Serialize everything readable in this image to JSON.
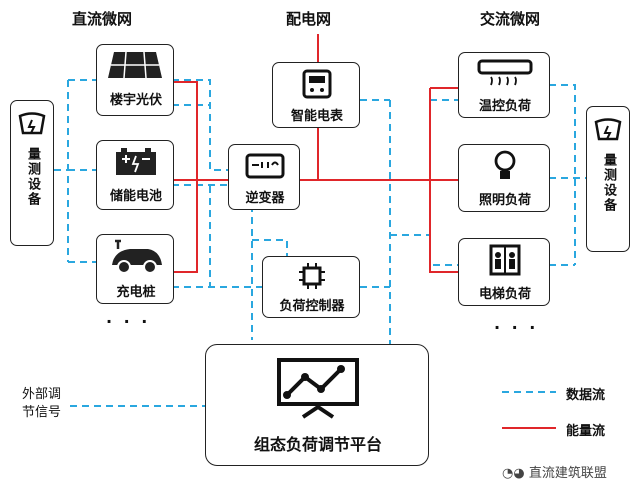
{
  "headers": {
    "dc": "直流微网",
    "grid": "配电网",
    "ac": "交流微网"
  },
  "dc_nodes": [
    "楼宇光伏",
    "储能电池",
    "充电桩"
  ],
  "ac_nodes": [
    "温控负荷",
    "照明负荷",
    "电梯负荷"
  ],
  "center": {
    "inverter": "逆变器",
    "meter": "智能电表",
    "controller": "负荷控制器"
  },
  "measure_left": "量测设备",
  "measure_right": "量测设备",
  "ellipsis": "· · ·",
  "platform": "组态负荷调节平台",
  "external_signal": "外部调节信号",
  "legend": {
    "data": "数据流",
    "energy": "能量流"
  },
  "watermark": "直流建筑联盟",
  "colors": {
    "data": "#2aa7df",
    "energy": "#e0262a",
    "stroke": "#222222"
  }
}
